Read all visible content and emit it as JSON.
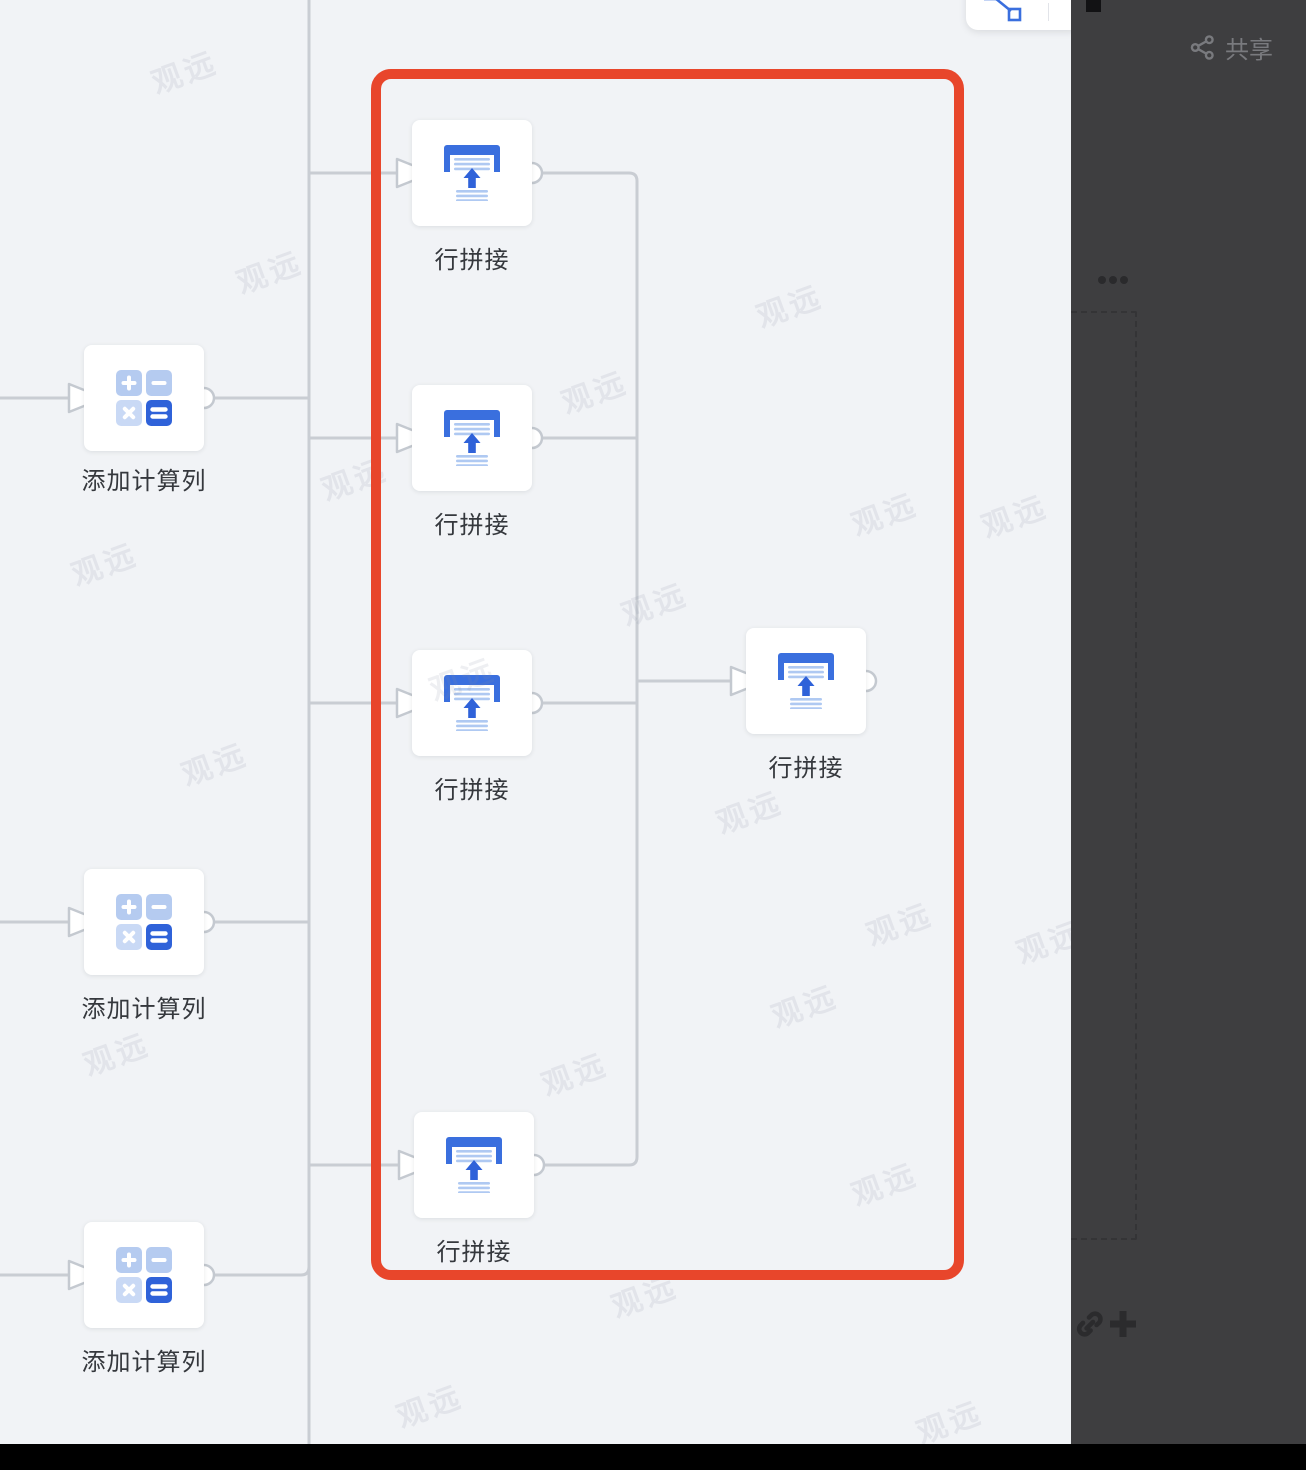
{
  "canvas": {
    "background_color": "#F1F3F6",
    "connector_color": "#C9CDD3",
    "bottom_bar_color": "#000000"
  },
  "highlight_box": {
    "color": "#E8462B"
  },
  "toolbar": {
    "lineage_icon_color": "#3A6FDE"
  },
  "nodes": [
    {
      "id": "add-calc-column-1",
      "type": "add-calculated-column",
      "label": "添加计算列"
    },
    {
      "id": "add-calc-column-2",
      "type": "add-calculated-column",
      "label": "添加计算列"
    },
    {
      "id": "add-calc-column-3",
      "type": "add-calculated-column",
      "label": "添加计算列"
    },
    {
      "id": "row-concat-1",
      "type": "row-concatenation",
      "label": "行拼接"
    },
    {
      "id": "row-concat-2",
      "type": "row-concatenation",
      "label": "行拼接"
    },
    {
      "id": "row-concat-3",
      "type": "row-concatenation",
      "label": "行拼接"
    },
    {
      "id": "row-concat-4",
      "type": "row-concatenation",
      "label": "行拼接"
    },
    {
      "id": "row-concat-merge",
      "type": "row-concatenation",
      "label": "行拼接"
    }
  ],
  "icon_colors": {
    "calc_square_light": "#B5CBF0",
    "calc_square_lighter": "#C9D9F5",
    "calc_square_dark": "#2F62D9",
    "union_frame": "#3A6FDE",
    "union_lines": "#AFC9F2",
    "union_arrow": "#2F62D9"
  },
  "overlay": {
    "background_color": "#3E3E40",
    "share_label": "共享"
  },
  "watermark": {
    "text": "观远"
  }
}
